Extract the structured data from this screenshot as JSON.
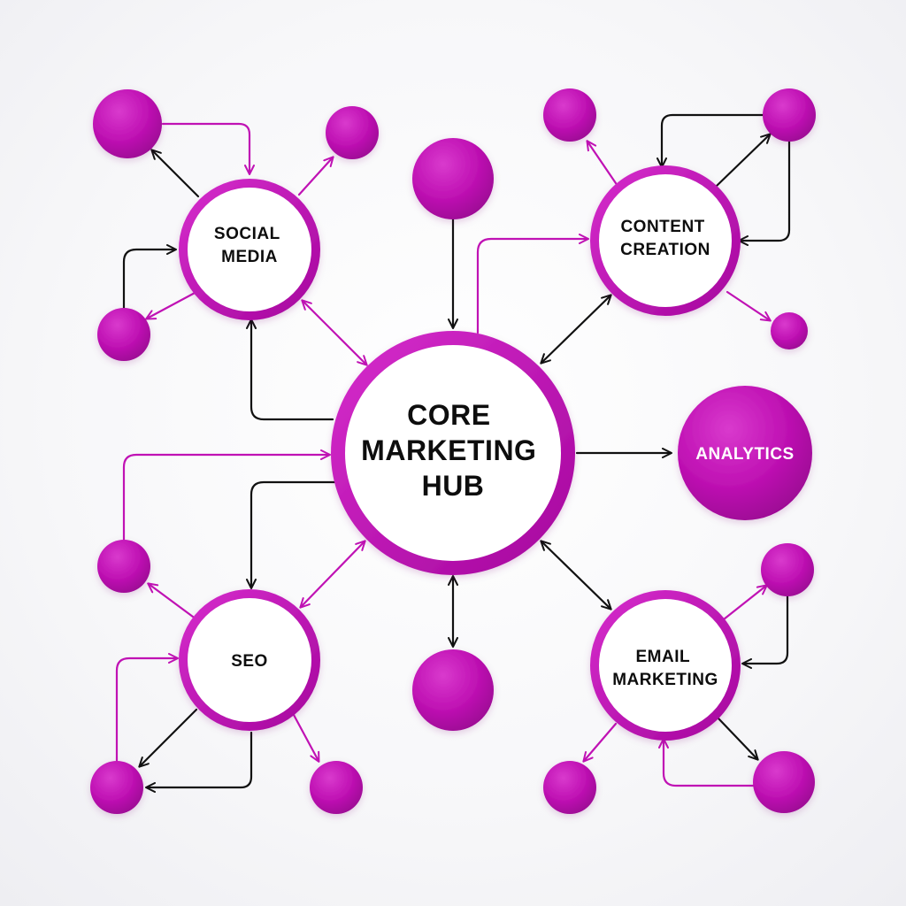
{
  "colors": {
    "primary": "#c012b4",
    "primary_dark": "#a0079a",
    "line_dark": "#111111",
    "label_dark": "#111111",
    "label_light": "#ffffff",
    "background": "#ffffff"
  },
  "hub": {
    "lines": [
      "CORE",
      "MARKETING",
      "HUB"
    ]
  },
  "nodes": {
    "social": {
      "lines": [
        "SOCIAL",
        "MEDIA"
      ]
    },
    "content": {
      "lines": [
        "CONTENT",
        "CREATION"
      ]
    },
    "seo": {
      "lines": [
        "SEO"
      ]
    },
    "email": {
      "lines": [
        "EMAIL",
        "MARKETING"
      ]
    },
    "analytics": {
      "lines": [
        "ANALYTICS"
      ]
    }
  }
}
